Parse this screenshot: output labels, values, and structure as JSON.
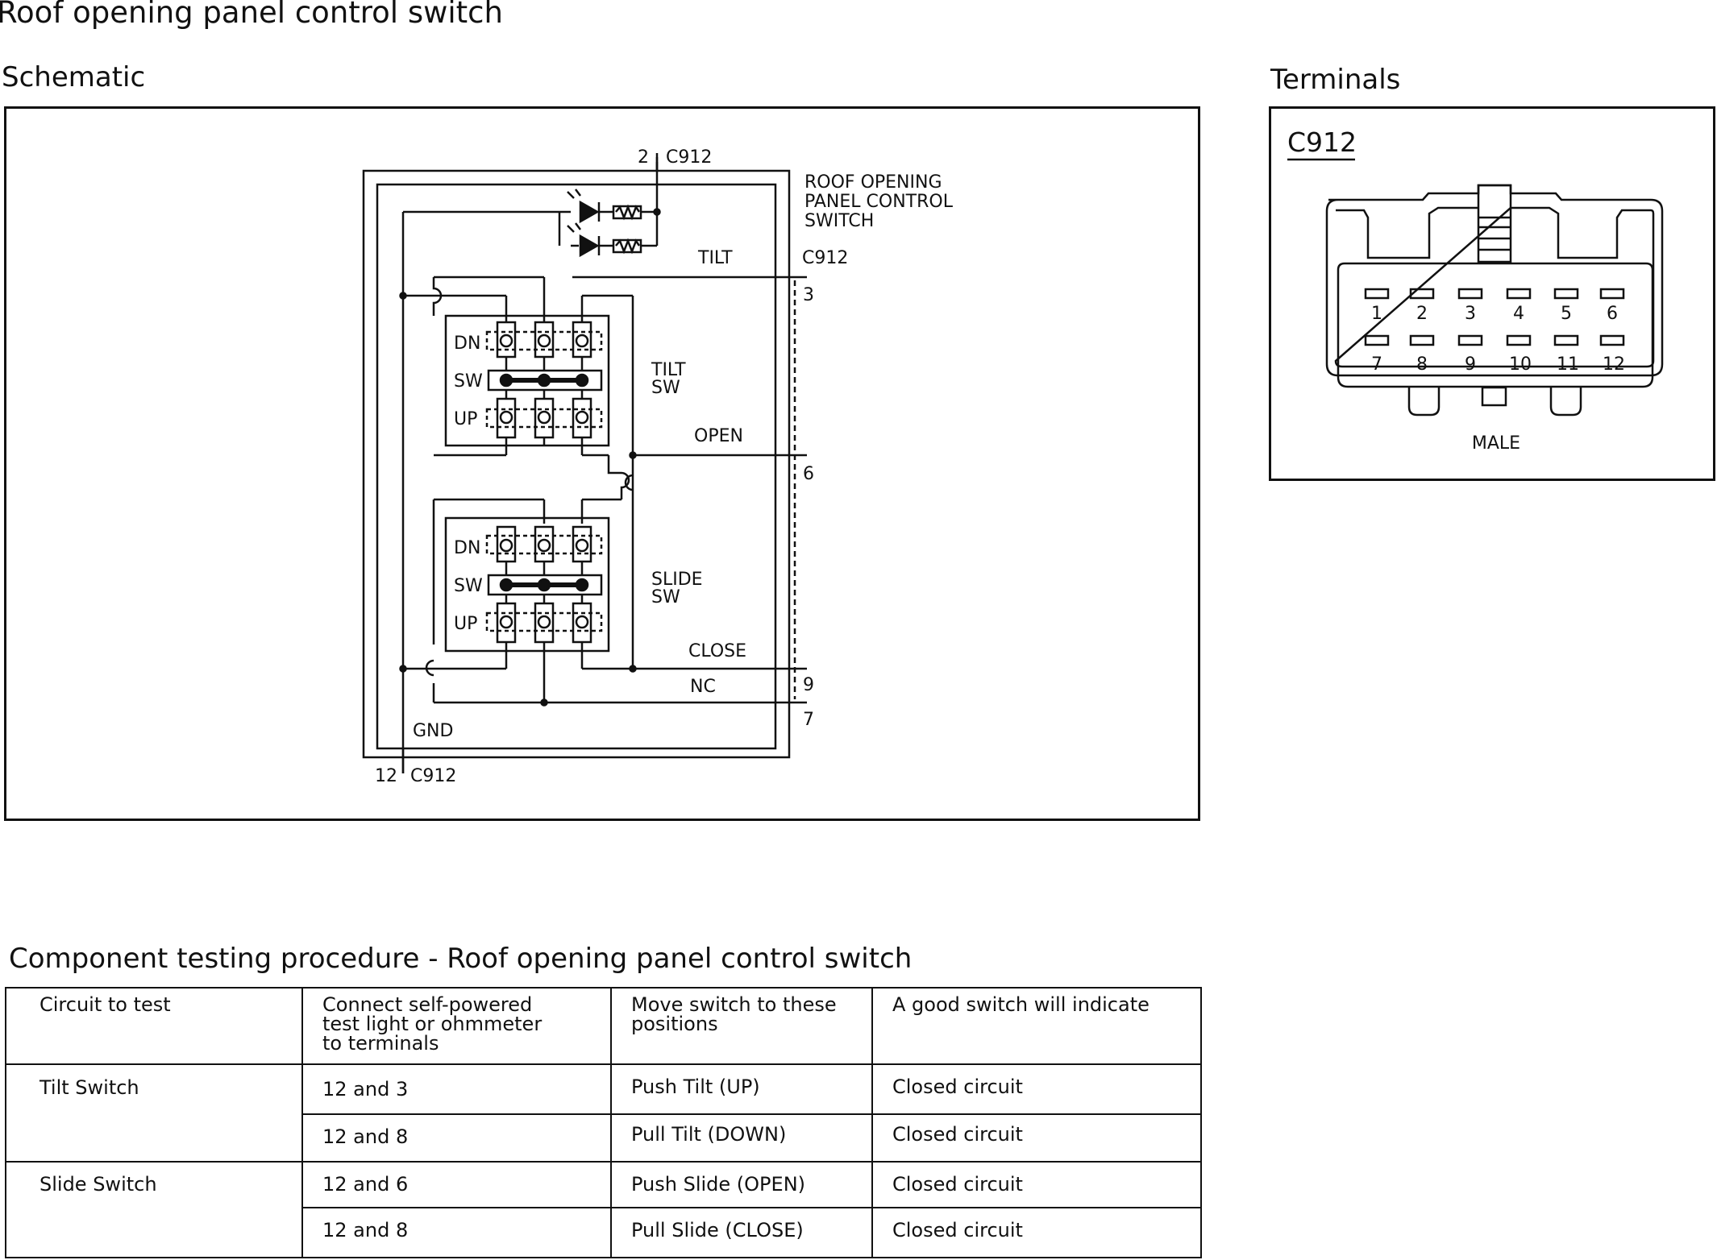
{
  "page": {
    "title": "Roof opening panel control switch"
  },
  "schematic": {
    "heading": "Schematic",
    "component_label": [
      "ROOF OPENING",
      "PANEL CONTROL",
      "SWITCH"
    ],
    "connector_top": "C912",
    "pin_top": "2",
    "connector_right": "C912",
    "connector_bottom": "C912",
    "pin_bottom": "12",
    "pins_right": [
      "3",
      "6",
      "9",
      "7"
    ],
    "wire_labels": {
      "tilt": "TILT",
      "open": "OPEN",
      "close": "CLOSE",
      "nc": "NC",
      "gnd": "GND"
    },
    "switches": [
      {
        "name": [
          "TILT",
          "SW"
        ],
        "positions": [
          "DN",
          "SW",
          "UP"
        ]
      },
      {
        "name": [
          "SLIDE",
          "SW"
        ],
        "positions": [
          "DN",
          "SW",
          "UP"
        ]
      }
    ]
  },
  "terminals": {
    "heading": "Terminals",
    "connector": "C912",
    "pins_row1": [
      "1",
      "2",
      "3",
      "4",
      "5",
      "6"
    ],
    "pins_row2": [
      "7",
      "8",
      "9",
      "10",
      "11",
      "12"
    ],
    "gender": "MALE"
  },
  "testing": {
    "heading": "Component testing procedure - Roof opening panel control switch",
    "columns": [
      [
        "Circuit to test"
      ],
      [
        "Connect self-powered",
        "test light or ohmmeter",
        "to terminals"
      ],
      [
        "Move switch to these",
        "positions"
      ],
      [
        "A good switch will indicate"
      ]
    ],
    "rows": [
      {
        "circuit": "Tilt Switch",
        "terminals": "12 and 3",
        "position": "Push Tilt (UP)",
        "result": "Closed circuit"
      },
      {
        "circuit": "",
        "terminals": "12 and 8",
        "position": "Pull Tilt (DOWN)",
        "result": "Closed circuit"
      },
      {
        "circuit": "Slide Switch",
        "terminals": "12 and 6",
        "position": "Push Slide (OPEN)",
        "result": "Closed circuit"
      },
      {
        "circuit": "",
        "terminals": "12 and 8",
        "position": "Pull Slide (CLOSE)",
        "result": "Closed circuit"
      }
    ]
  }
}
